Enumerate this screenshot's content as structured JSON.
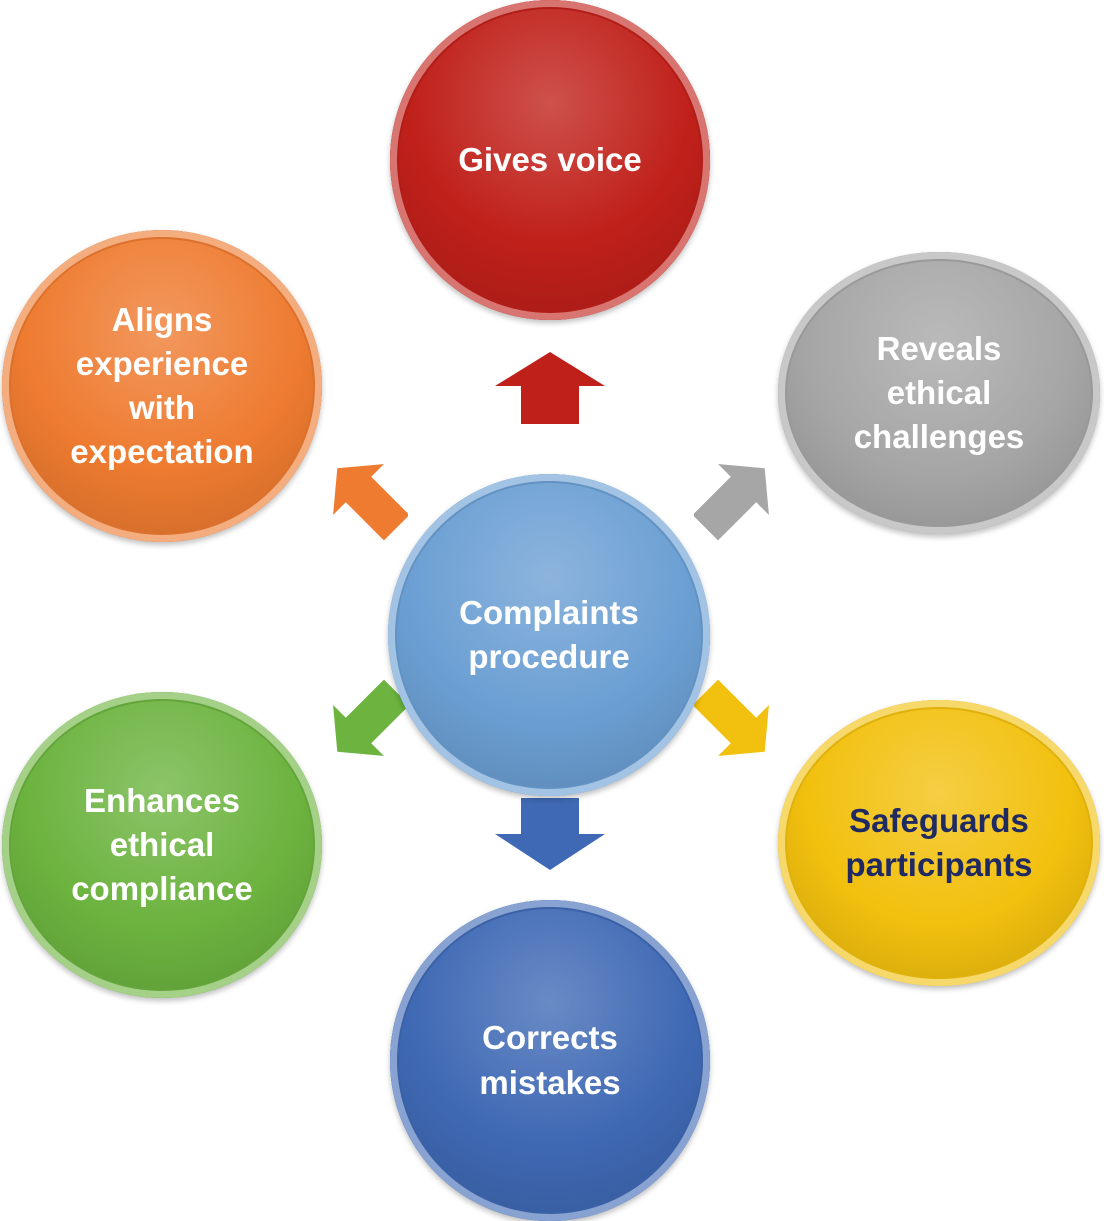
{
  "diagram": {
    "center": {
      "label": "Complaints\nprocedure",
      "fill": "#6b9fd3",
      "text_color": "#ffffff"
    },
    "nodes": {
      "top": {
        "label": "Gives voice",
        "fill": "#c0201a",
        "text_color": "#ffffff"
      },
      "top_right": {
        "label": "Reveals\nethical\nchallenges",
        "fill": "#a6a6a6",
        "text_color": "#ffffff"
      },
      "bot_right": {
        "label": "Safeguards\nparticipants",
        "fill": "#f2c00e",
        "text_color": "#1f2a63"
      },
      "bottom": {
        "label": "Corrects\nmistakes",
        "fill": "#3f69b4",
        "text_color": "#ffffff"
      },
      "bot_left": {
        "label": "Enhances\nethical\ncompliance",
        "fill": "#6cb33f",
        "text_color": "#ffffff"
      },
      "top_left": {
        "label": "Aligns\nexperience\nwith\nexpectation",
        "fill": "#ee7b30",
        "text_color": "#ffffff"
      }
    },
    "arrows": {
      "top": "#c0201a",
      "top_right": "#a6a6a6",
      "bot_right": "#f2c00e",
      "bottom": "#3f69b4",
      "bot_left": "#6cb33f",
      "top_left": "#ee7b30"
    }
  }
}
